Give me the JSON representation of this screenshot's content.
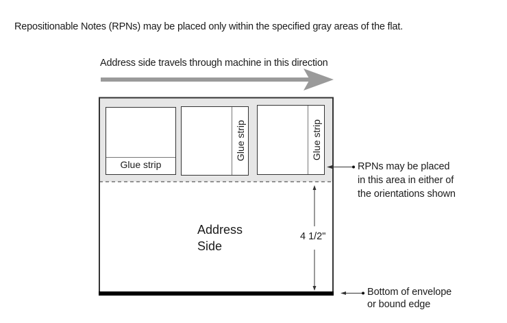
{
  "title": "Repositionable Notes (RPNs) may be placed only within the specified gray areas of the flat.",
  "direction": {
    "label": "Address side travels through machine in this direction",
    "arrow_color": "#9a9a9a"
  },
  "envelope": {
    "rpn_area_color": "#e6e6e6",
    "address_side_label_line1": "Address",
    "address_side_label_line2": "Side",
    "dimension_label": "4 1/2\"",
    "bottom_edge_color": "#000000"
  },
  "notes": [
    {
      "orientation": "horizontal",
      "glue_label": "Glue strip"
    },
    {
      "orientation": "vertical",
      "glue_label": "Glue strip"
    },
    {
      "orientation": "vertical",
      "glue_label": "Glue strip"
    }
  ],
  "callouts": {
    "rpn_area": {
      "line1": "RPNs may be placed",
      "line2": "in this area in either of",
      "line3": "the orientations shown"
    },
    "bottom_edge": {
      "line1": "Bottom of envelope",
      "line2": "or bound edge"
    }
  }
}
